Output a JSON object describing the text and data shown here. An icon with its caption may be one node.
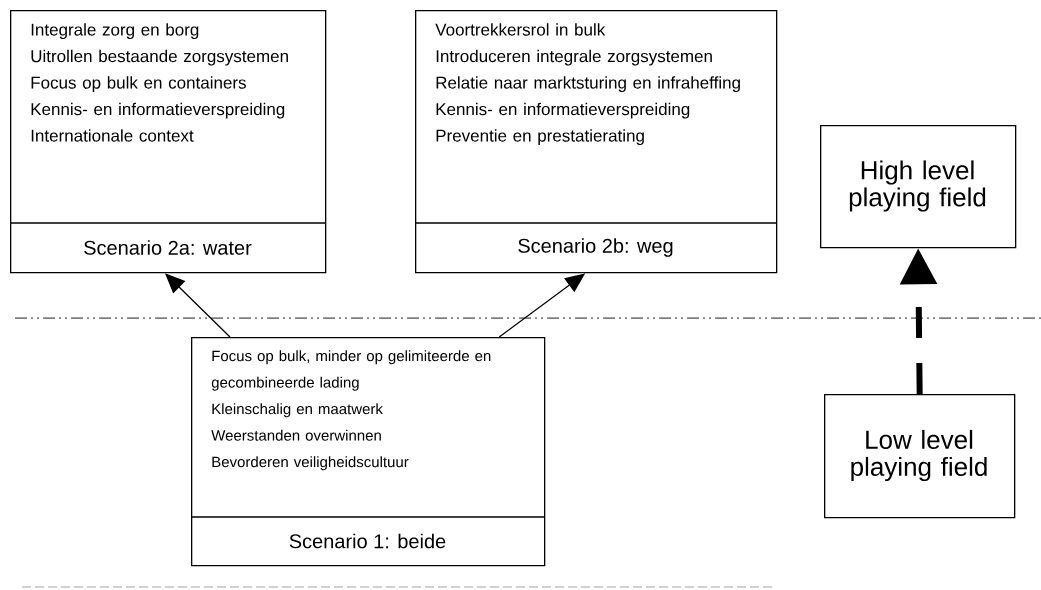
{
  "diagram": {
    "nodes": [
      {
        "text": [
          "Integrale zorg en borg",
          "Uitrollen bestaande zorgsystemen",
          "Focus op bulk en containers",
          "Kennis- en informatieverspreiding",
          "Internationale context",
          "Scenario 2a: water"
        ]
      },
      {
        "text": [
          "Voortrekkersrol in bulk",
          "Introduceren integrale zorgsystemen",
          "Relatie naar marktsturing en infraheffing",
          "Kennis- en informatieverspreiding",
          "Preventie en prestatierating",
          "Scenario 2b: weg"
        ]
      },
      {
        "text": [
          "High level playing field"
        ]
      },
      {
        "text": [
          "Focus op bulk, minder op gelimiteerde en gecombineerde lading",
          "Kleinschalig en maatwerk",
          "Weerstanden overwinnen",
          "Bevorderen veiligheidscultuur",
          "Scenario 1: beide"
        ]
      },
      {
        "text": [
          "Low level playing field"
        ]
      }
    ],
    "edges": [
      {
        "from": 3,
        "to": 0,
        "arrow": "to"
      },
      {
        "from": 3,
        "to": 1,
        "arrow": "to"
      },
      {
        "from": 4,
        "to": 2,
        "arrow": "to",
        "style": "dashed"
      }
    ]
  }
}
